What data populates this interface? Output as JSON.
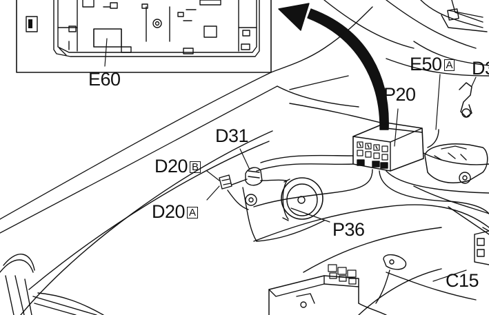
{
  "labels": {
    "e60": "E60",
    "e50": "E50",
    "e50_suffix": "A",
    "d3x": "D3",
    "p20": "P20",
    "d31": "D31",
    "d20b": "D20",
    "d20b_suffix": "B",
    "d20a": "D20",
    "d20a_suffix": "A",
    "p36": "P36",
    "c15": "C15"
  },
  "colors": {
    "line": "#111111",
    "background": "#ffffff",
    "arrow": "#111111"
  }
}
